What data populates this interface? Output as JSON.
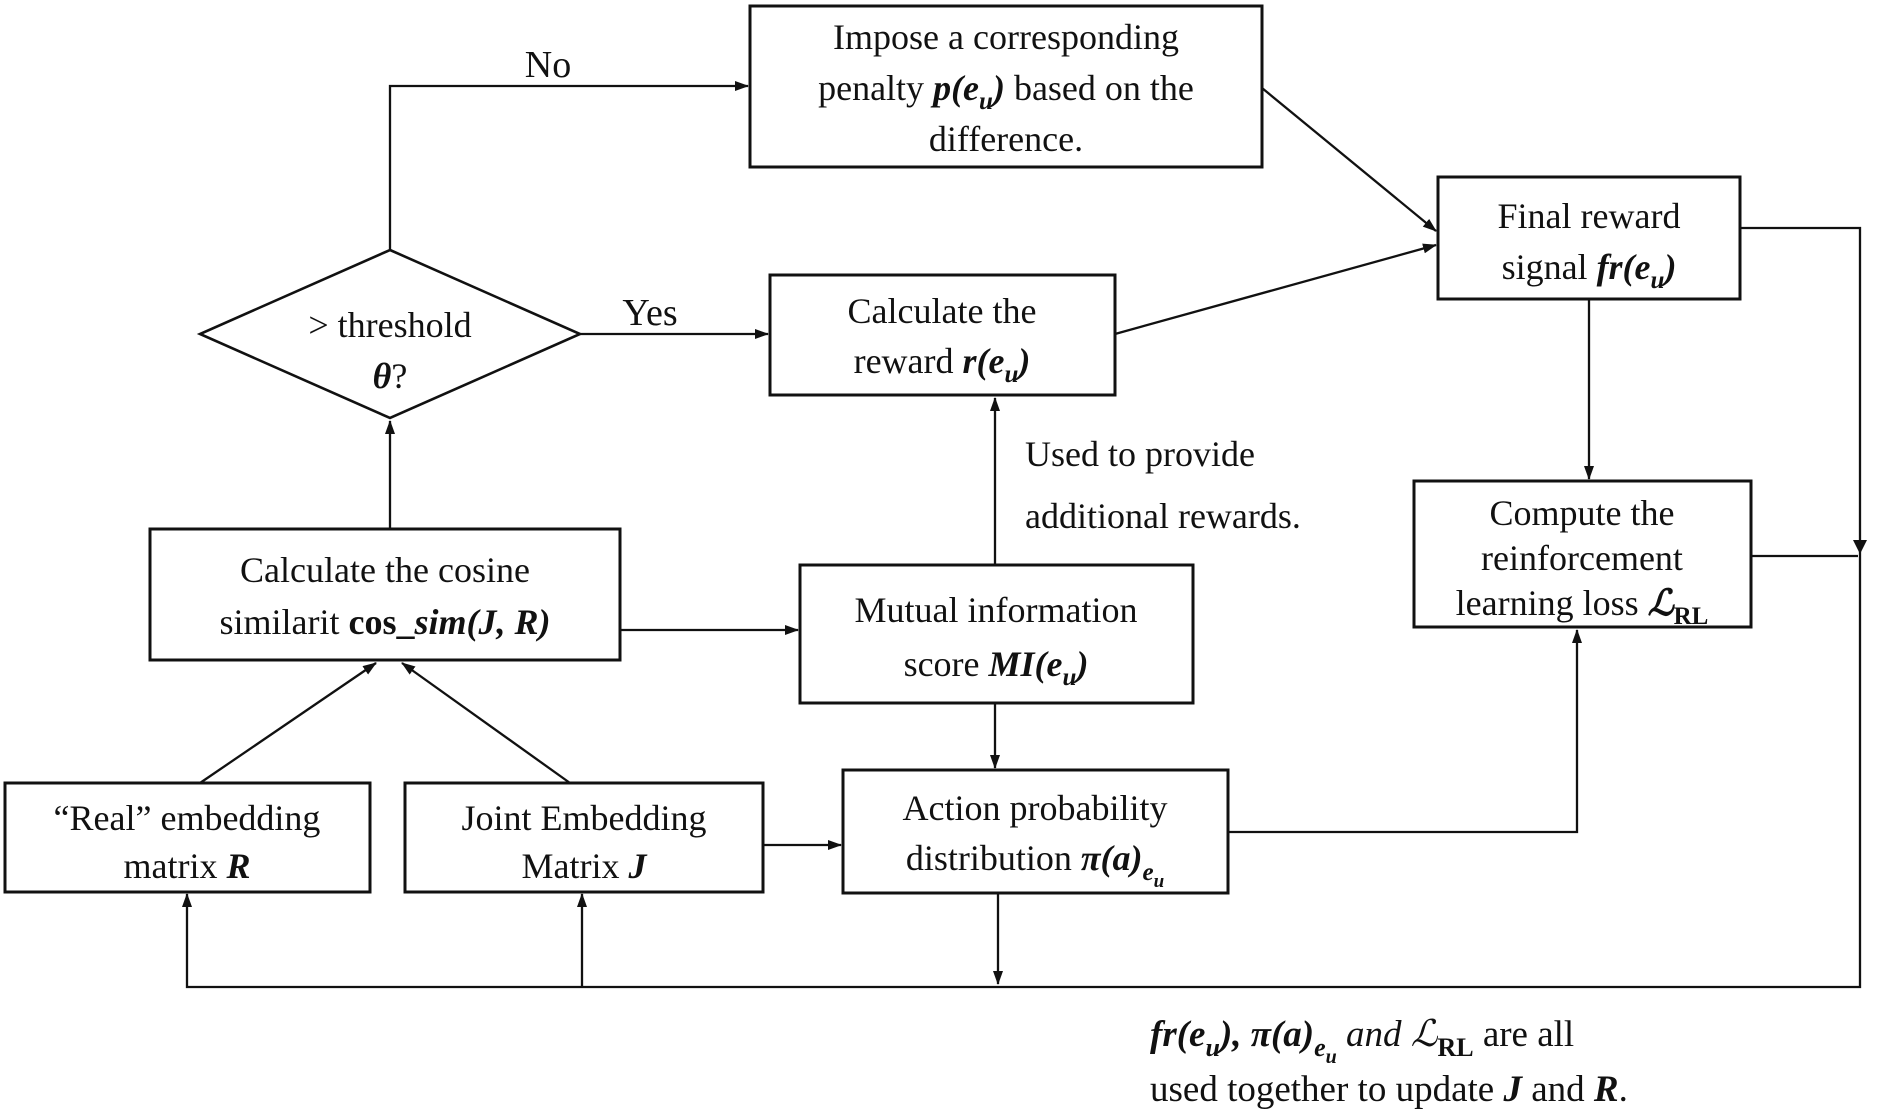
{
  "diagram": {
    "colors": {
      "background": "#ffffff",
      "stroke": "#111111",
      "text": "#111111"
    },
    "nodes": {
      "penalty": {
        "line1": "Impose a corresponding",
        "line2_pre": "penalty ",
        "line2_math": "p(e",
        "line2_sub": "u",
        "line2_close": ")",
        "line2_post": " based on the",
        "line3": "difference."
      },
      "threshold": {
        "line1": "> threshold",
        "theta": "θ",
        "qmark": "?"
      },
      "reward": {
        "line1": "Calculate the",
        "line2_pre": "reward ",
        "line2_math": "r(e",
        "line2_sub": "u",
        "line2_close": ")"
      },
      "final": {
        "line1": "Final reward",
        "line2_pre": "signal ",
        "line2_math": "fr(e",
        "line2_sub": "u",
        "line2_close": ")"
      },
      "compute": {
        "line1": "Compute the",
        "line2": "reinforcement",
        "line3_pre": "learning loss ",
        "line3_math": "ℒ",
        "line3_sub": "RL"
      },
      "cosine": {
        "line1": "Calculate the cosine",
        "line2_pre": "similarit ",
        "line2_bold": "cos_",
        "line2_math": "sim(J, R)"
      },
      "mi": {
        "line1": "Mutual information",
        "line2_pre": "score ",
        "line2_math": "MI(e",
        "line2_sub": "u",
        "line2_close": ")"
      },
      "real": {
        "line1": "“Real” embedding",
        "line2_pre": "matrix ",
        "line2_math": "R"
      },
      "joint": {
        "line1": "Joint Embedding",
        "line2_pre": "Matrix ",
        "line2_math": "J"
      },
      "action": {
        "line1": "Action probability",
        "line2_pre": "distribution ",
        "line2_math": "π(a)",
        "line2_sub": "e",
        "line2_subsub": "u"
      }
    },
    "labels": {
      "no": "No",
      "yes": "Yes",
      "note_line1": "Used to provide",
      "note_line2": "additional rewards."
    },
    "caption": {
      "p1": "fr(e",
      "p2": "u",
      "p3": "), ",
      "p4": "π(a)",
      "p5": "e",
      "p6": "u",
      "p7": " and ",
      "p8": "ℒ",
      "p9": "RL",
      "p10": " are all",
      "line2_a": "used together to update ",
      "line2_b": "J",
      "line2_c": " and ",
      "line2_d": "R",
      "line2_e": "."
    }
  }
}
